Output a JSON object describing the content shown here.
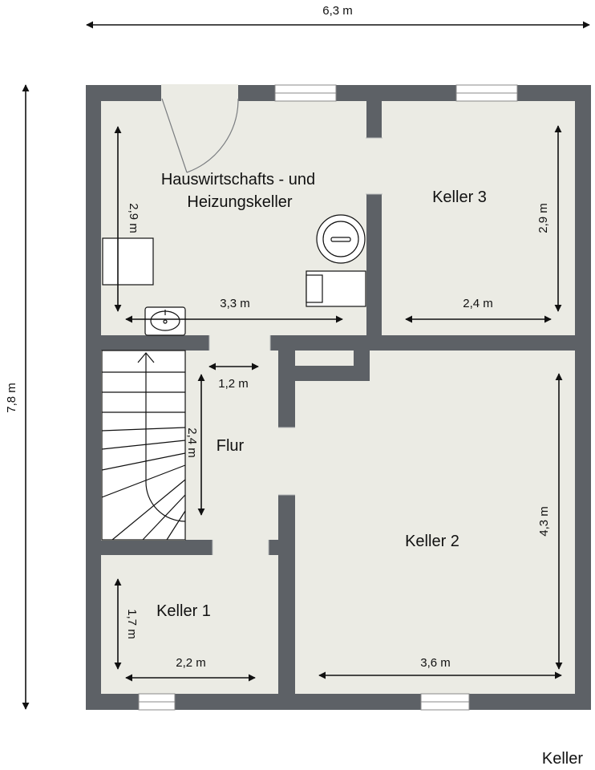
{
  "plan": {
    "floor_name": "Keller",
    "overall_width": "6,3 m",
    "overall_height": "7,8 m"
  },
  "rooms": {
    "hwr_line1": "Hauswirtschafts - und",
    "hwr_line2": "Heizungskeller",
    "keller3": "Keller 3",
    "flur": "Flur",
    "keller2": "Keller 2",
    "keller1": "Keller 1"
  },
  "dimensions": {
    "hwr_width": "3,3 m",
    "hwr_height": "2,9 m",
    "k3_width": "2,4 m",
    "k3_height": "2,9 m",
    "flur_width": "1,2 m",
    "flur_height": "2,4 m",
    "k2_width": "3,6 m",
    "k2_height": "4,3 m",
    "k1_width": "2,2 m",
    "k1_height": "1,7 m"
  },
  "colors": {
    "wall": "#5d6166",
    "floor": "#ebebe4",
    "line": "#111111"
  }
}
